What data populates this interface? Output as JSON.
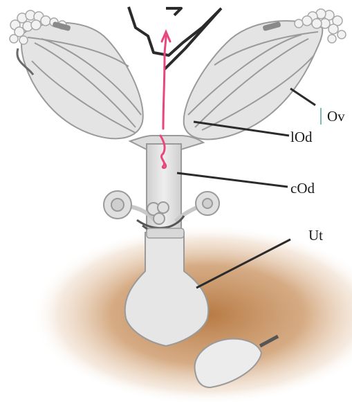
{
  "labels": {
    "ov": "Ov",
    "lod": "lOd",
    "cod": "cOd",
    "ut": "Ut"
  },
  "colors": {
    "organ_fill": "#e4e4e4",
    "organ_stroke": "#9a9a9a",
    "halo_center": "#b3733a",
    "sperm_path": "#e8467c",
    "leader_line": "#2b2b2b"
  }
}
